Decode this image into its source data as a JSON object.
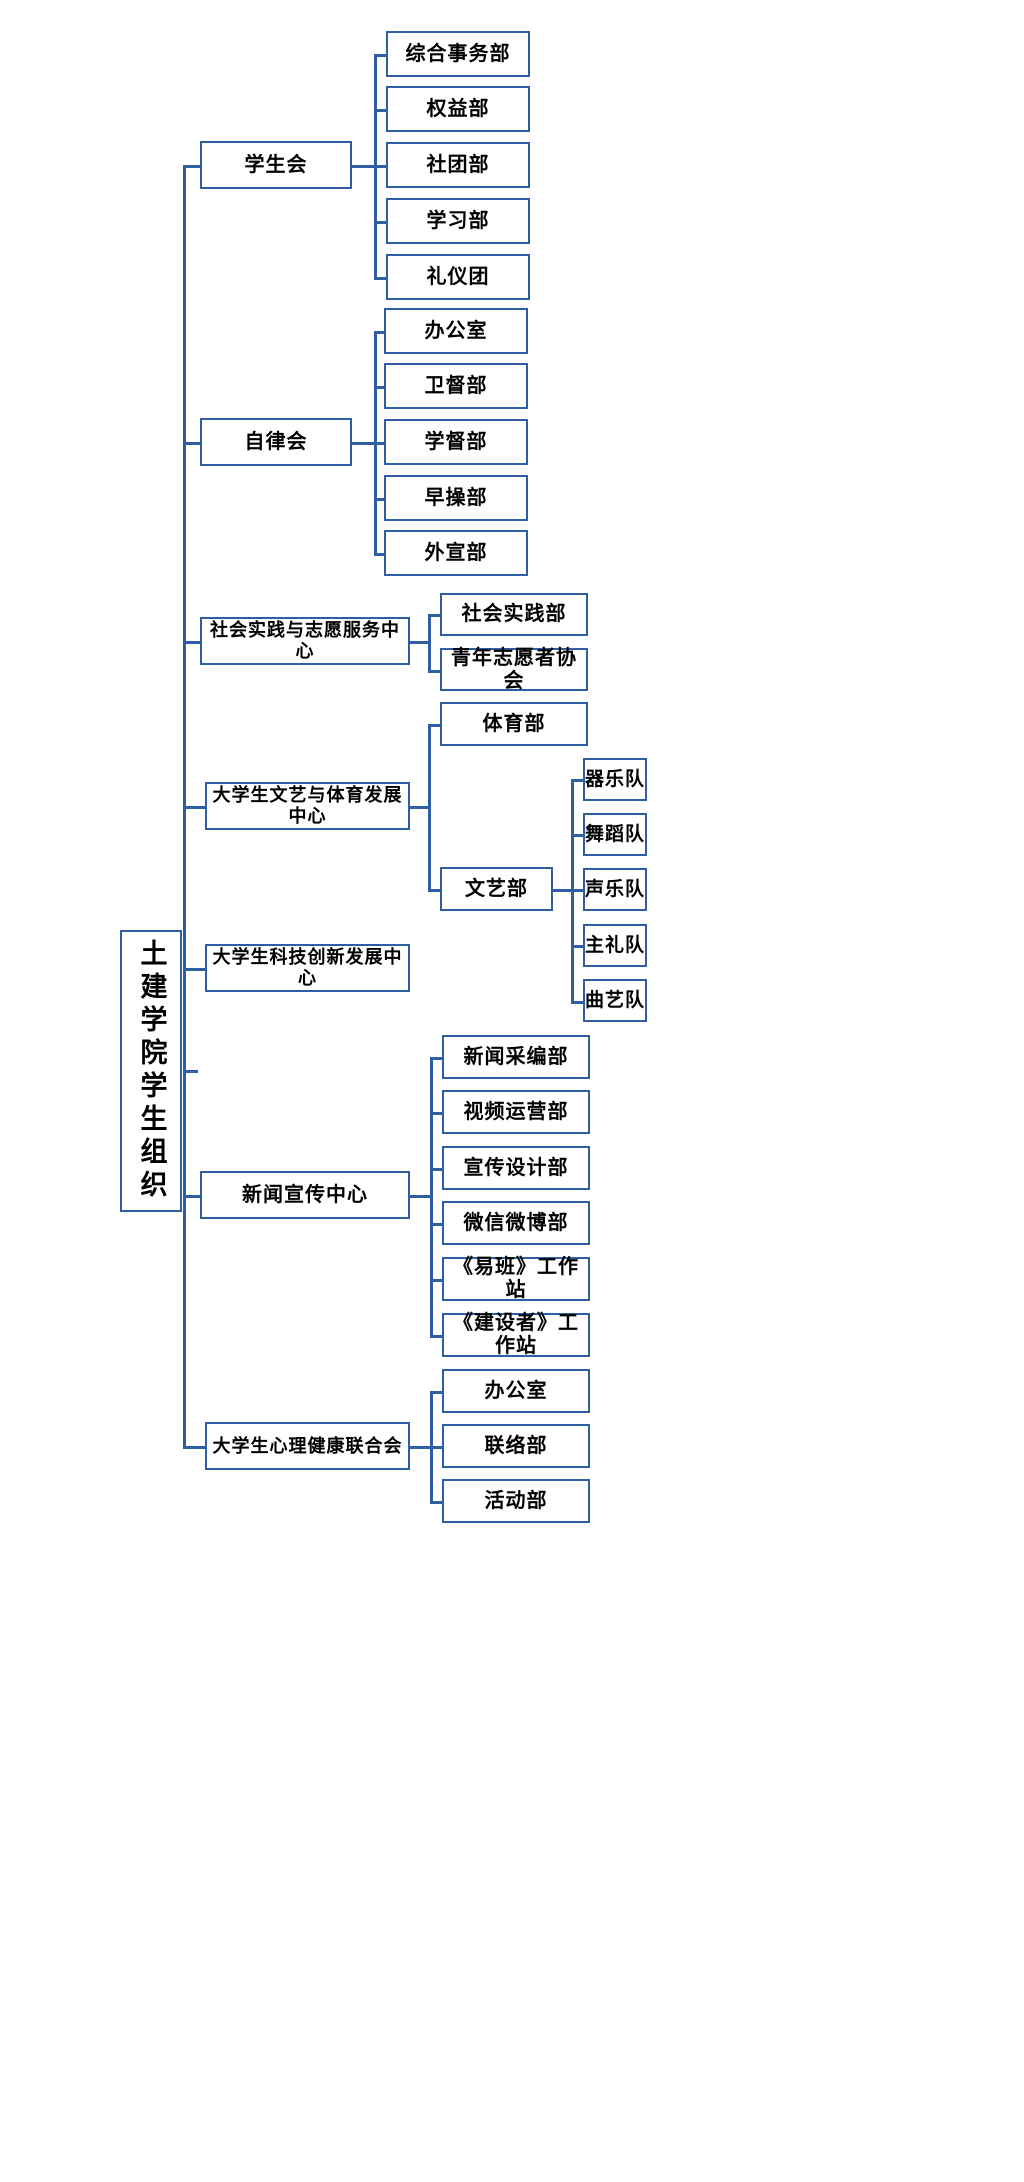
{
  "diagram": {
    "title": "土建学院学生组织",
    "type": "org-chart",
    "accent_color": "#2E5FA3",
    "background_color": "#FFFFFF",
    "text_color": "#000000",
    "root": {
      "label": "土建学院学生组织"
    },
    "branches": [
      {
        "label": "学生会",
        "children": [
          {
            "label": "综合事务部"
          },
          {
            "label": "权益部"
          },
          {
            "label": "社团部"
          },
          {
            "label": "学习部"
          },
          {
            "label": "礼仪团"
          }
        ]
      },
      {
        "label": "自律会",
        "children": [
          {
            "label": "办公室"
          },
          {
            "label": "卫督部"
          },
          {
            "label": "学督部"
          },
          {
            "label": "早操部"
          },
          {
            "label": "外宣部"
          }
        ]
      },
      {
        "label": "社会实践与志愿服务中心",
        "children": [
          {
            "label": "社会实践部"
          },
          {
            "label": "青年志愿者协会"
          }
        ]
      },
      {
        "label": "大学生文艺与体育发展中心",
        "children": [
          {
            "label": "体育部"
          },
          {
            "label": "文艺部",
            "children": [
              {
                "label": "器乐队"
              },
              {
                "label": "舞蹈队"
              },
              {
                "label": "声乐队"
              },
              {
                "label": "主礼队"
              },
              {
                "label": "曲艺队"
              }
            ]
          }
        ]
      },
      {
        "label": "大学生科技创新发展中心",
        "children": []
      },
      {
        "label": "新闻宣传中心",
        "children": [
          {
            "label": "新闻采编部"
          },
          {
            "label": "视频运营部"
          },
          {
            "label": "宣传设计部"
          },
          {
            "label": "微信微博部"
          },
          {
            "label": "《易班》工作站"
          },
          {
            "label": "《建设者》工作站"
          }
        ]
      },
      {
        "label": "大学生心理健康联合会",
        "children": [
          {
            "label": "办公室"
          },
          {
            "label": "联络部"
          },
          {
            "label": "活动部"
          }
        ]
      }
    ]
  }
}
